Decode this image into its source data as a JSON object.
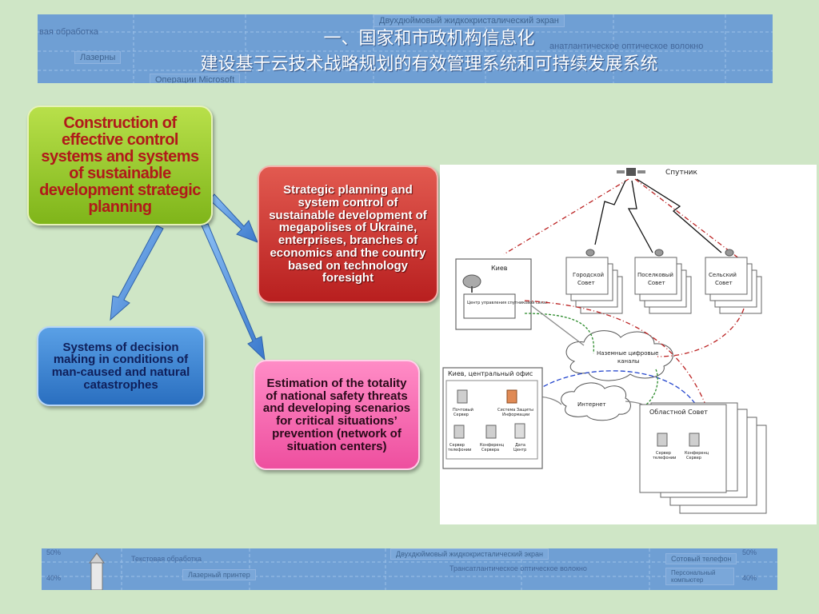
{
  "title": {
    "line1": "一、国家和市政机构信息化",
    "line2": "建设基于云技术战略规划的有效管理系统和可持续发展系统"
  },
  "banner_top_text": {
    "t1": "вая обработка",
    "t2": "Лазерны",
    "t3": "Двухдюймовый жидкокристалический экран",
    "t4": "анатлантическое оптическое волокно",
    "t5": "Операции Microsoft"
  },
  "banner_bottom_text": {
    "p1": "50%",
    "p2": "40%",
    "p3": "50%",
    "p4": "40%",
    "b1": "Текстовая обработка",
    "b2": "Лазерный принтер",
    "b3": "Двухдюймовый жидкокристалический экран",
    "b4": "Трансатлантическое оптическое волокно",
    "b5": "Сотовый телефон",
    "b6": "Персональный компьютер"
  },
  "boxes": {
    "green": "Construction of effective control systems and systems of sustainable development strategic planning",
    "red": "Strategic planning and system control of sustainable development of megapolises of Ukraine, enterprises, branches of economics and the country based on technology foresight",
    "blue": "Systems of decision making in conditions of man-caused and natural catastrophes",
    "pink": "Estimation of the totality of national safety threats and developing scenarios for critical situations’ prevention (network of situation centers)"
  },
  "network": {
    "satellite": "Спутник",
    "kiev": "Киев",
    "kiev_center": "Центр управления спутниковой связи",
    "city_council": [
      "Городской",
      "Совет"
    ],
    "village_council": [
      "Поселковый",
      "Совет"
    ],
    "rural_council": [
      "Сельский",
      "Совет"
    ],
    "ground_channels": [
      "Наземные цифровые",
      "каналы"
    ],
    "internet": "Интернет",
    "kiev_office": "Киев, центральный офис",
    "mail_server": [
      "Почтовый",
      "Сервер"
    ],
    "security_system": [
      "Система Защиты",
      "Информации"
    ],
    "phone_server": [
      "Сервер",
      "телефонии"
    ],
    "conf_server": [
      "Конференц",
      "Сервера"
    ],
    "data_center": [
      "Дата",
      "Центр"
    ],
    "regional_council": "Областной Совет",
    "reg_phone_server": [
      "Сервер",
      "телефонии"
    ],
    "reg_conf_server": [
      "Конференц",
      "Сервер"
    ]
  },
  "colors": {
    "background": "#cfe6c6",
    "banner": "#6f9fd4",
    "green_box": "#9acb2e",
    "red_box": "#cf3a33",
    "blue_box": "#3d86d6",
    "pink_box": "#f66db2",
    "arrow": "#4f8fe0"
  }
}
